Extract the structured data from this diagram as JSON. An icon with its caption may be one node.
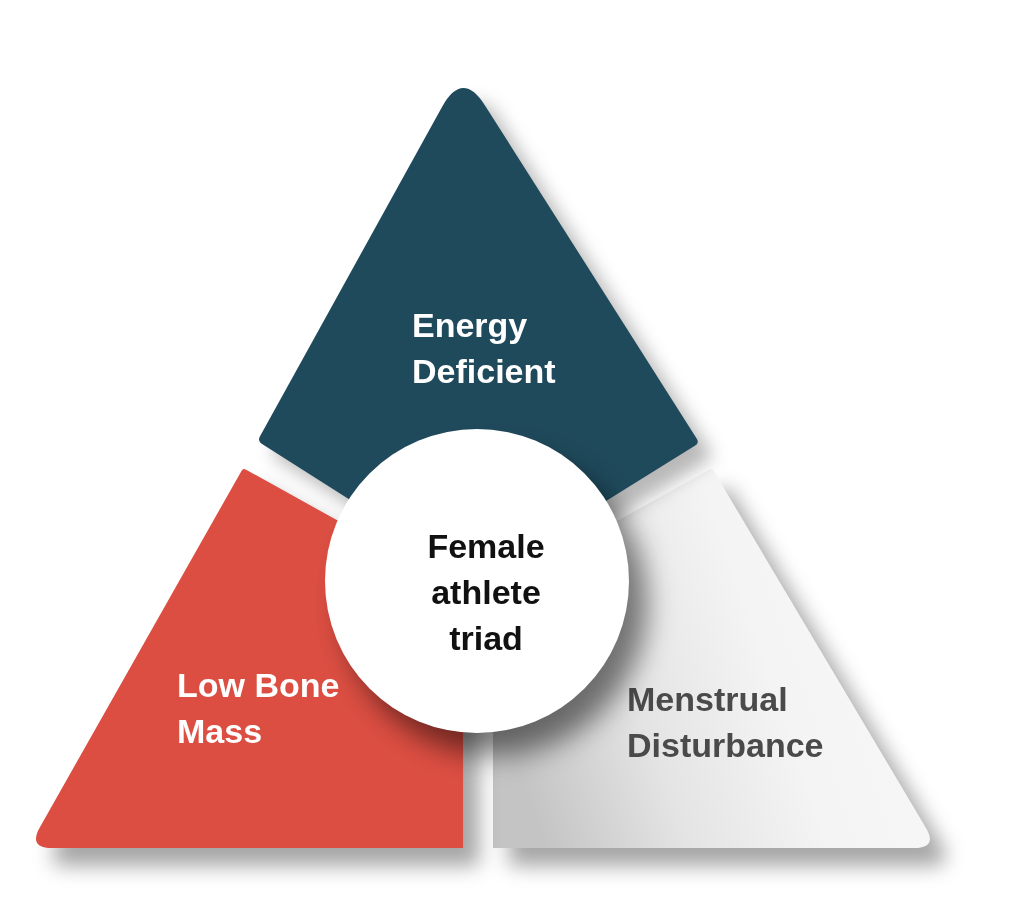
{
  "diagram": {
    "nodes": [
      {
        "text": [
          "Energy Deficient"
        ]
      },
      {
        "text": [
          "Female athlete triad"
        ]
      },
      {
        "text": [
          "Low Bone Mass"
        ]
      },
      {
        "text": [
          "Menstrual Disturbance"
        ]
      }
    ]
  }
}
